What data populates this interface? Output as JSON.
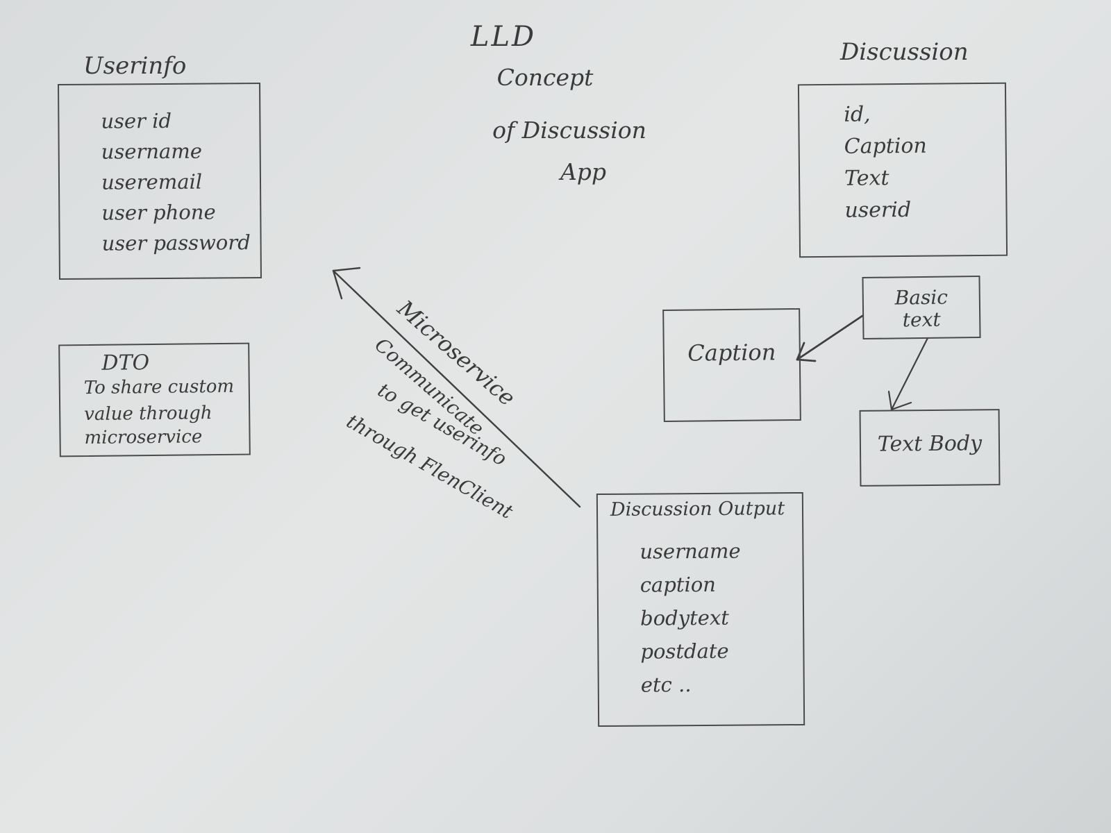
{
  "title": {
    "lines": [
      "LLD",
      "Concept",
      "of Discussion",
      "App"
    ]
  },
  "userinfo": {
    "heading": "Userinfo",
    "fields": [
      "user id",
      "username",
      "useremail",
      "user phone",
      "user password"
    ]
  },
  "discussion": {
    "heading": "Discussion",
    "fields": [
      "id,",
      "Caption",
      "Text",
      "userid"
    ]
  },
  "dto": {
    "lines": [
      "DTO",
      "To share custom",
      "value through",
      "microservice"
    ]
  },
  "caption_box": {
    "label": "Caption"
  },
  "basic_text_box": {
    "lines": [
      "Basic",
      "text"
    ]
  },
  "text_body_box": {
    "label": "Text Body"
  },
  "discussion_output": {
    "heading": "Discussion Output",
    "fields": [
      "username",
      "caption",
      "bodytext",
      "postdate",
      "etc .."
    ]
  },
  "arrow_note": {
    "lines": [
      "Microservice",
      "Communicate",
      "to get userinfo",
      "through FlenClient"
    ]
  },
  "colors": {
    "ink": "#3a3a3a",
    "paper": "#e2e4e4"
  }
}
